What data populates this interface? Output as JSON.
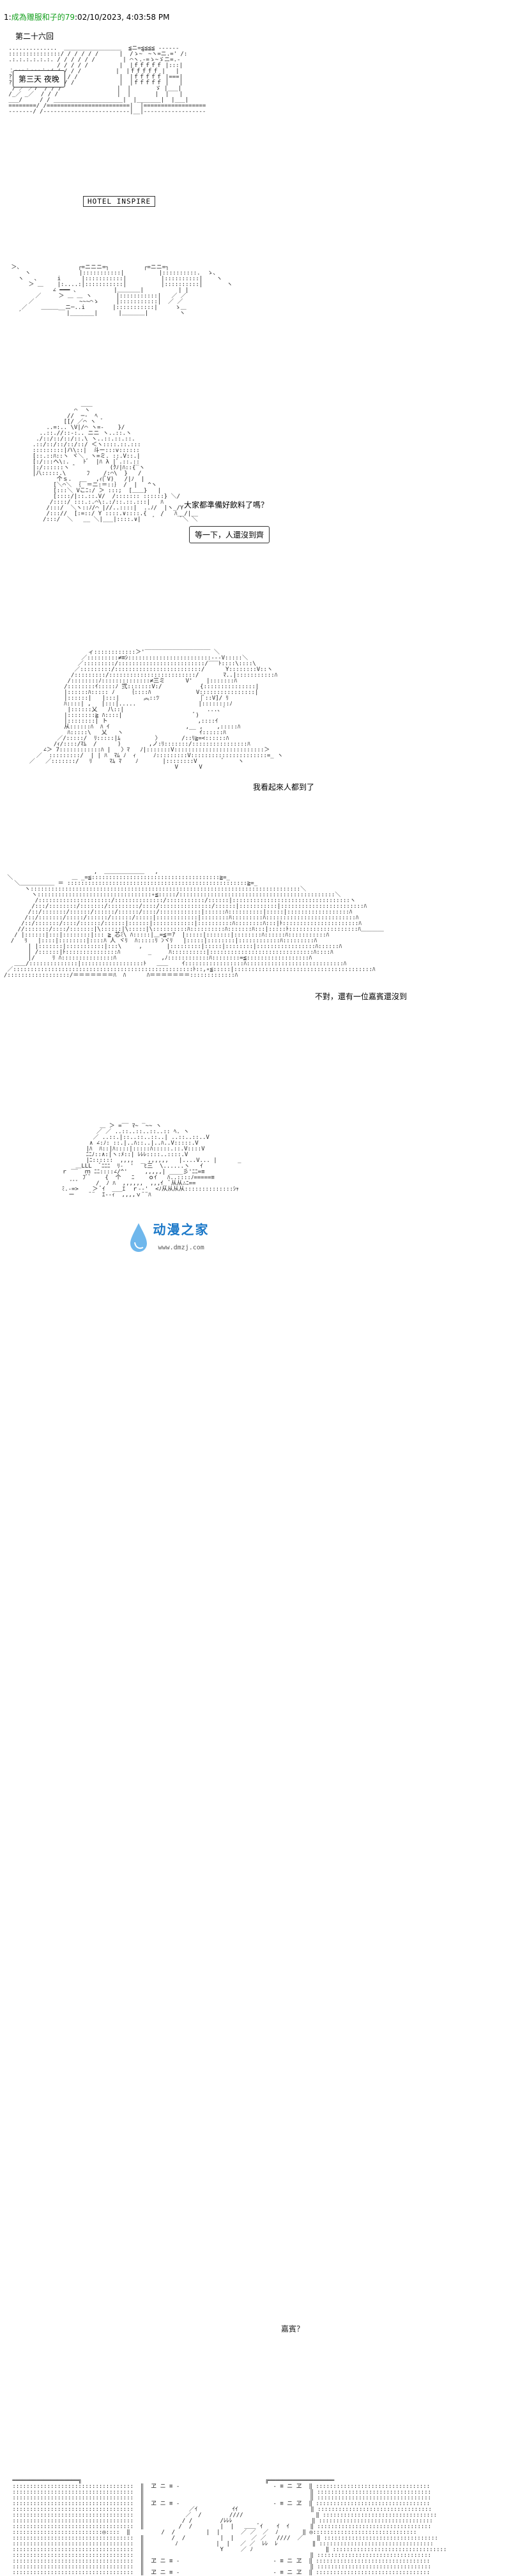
{
  "post": {
    "number": "1:",
    "author": "成為赠服和子的79",
    "datetime": ":02/10/2023, 4:03:58 PM"
  },
  "chapter": {
    "title": "第二十六回"
  },
  "scene": {
    "night_caption": "第三天 夜晚",
    "hotel_sign": "HOTEL INSPIRE"
  },
  "dialogue": {
    "line1": "大家都準備好飲料了嗎？",
    "line2": "等一下，人還沒到齊",
    "line3": "我看起來人都到了",
    "line4": "不對，還有一位嘉賓還沒到",
    "line5": "嘉賓？"
  },
  "logo": {
    "name": "动漫之家",
    "url": "www.dmzj.com"
  },
  "colors": {
    "author_link": "#15a01e",
    "logo_text": "#1b78c8",
    "logo_drop": "#6fb7ec"
  }
}
